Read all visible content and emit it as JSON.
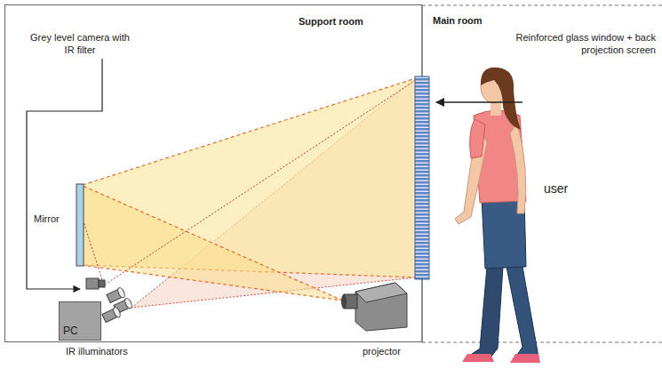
{
  "diagram": {
    "nodes": [
      {
        "text": [
          "Support room"
        ]
      },
      {
        "text": [
          "PC"
        ],
        "in": 0
      },
      {
        "text": [
          "Main room"
        ]
      }
    ],
    "labels": [
      "Grey level camera with IR filter",
      "Reinforced glass window + back projection screen",
      "Mirror",
      "IR illuminators",
      "projector",
      "user"
    ]
  }
}
